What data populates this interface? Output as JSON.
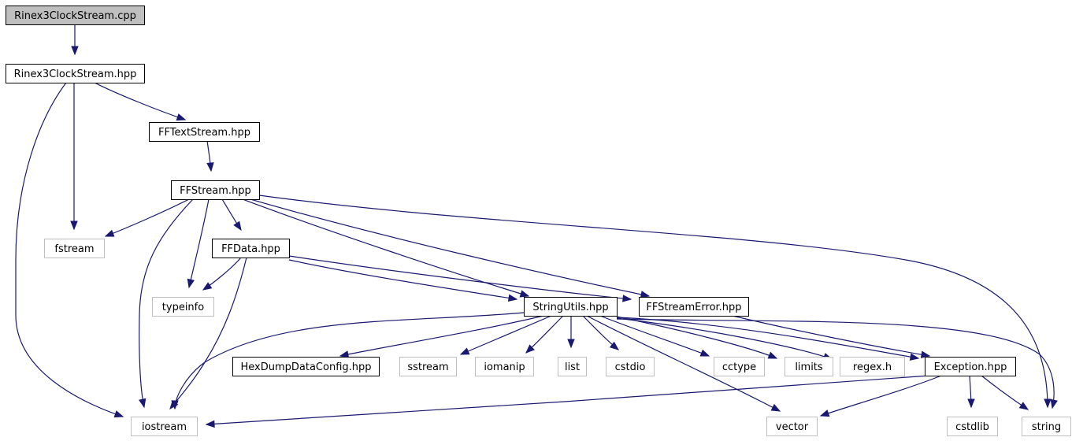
{
  "colors": {
    "edge": "#191970",
    "root_fill": "#bfbfbf",
    "root_border": "#000000",
    "documented_border": "#000000",
    "external_border": "#bfbfbf",
    "external_text": "#3c3c3c"
  },
  "nodes": [
    {
      "id": "rinex3clockstream_cpp",
      "label": "Rinex3ClockStream.cpp",
      "kind": "root"
    },
    {
      "id": "rinex3clockstream_hpp",
      "label": "Rinex3ClockStream.hpp",
      "kind": "documented"
    },
    {
      "id": "fftextstream_hpp",
      "label": "FFTextStream.hpp",
      "kind": "documented"
    },
    {
      "id": "ffstream_hpp",
      "label": "FFStream.hpp",
      "kind": "documented"
    },
    {
      "id": "fstream",
      "label": "fstream",
      "kind": "external"
    },
    {
      "id": "ffdata_hpp",
      "label": "FFData.hpp",
      "kind": "documented"
    },
    {
      "id": "typeinfo",
      "label": "typeinfo",
      "kind": "external"
    },
    {
      "id": "stringutils_hpp",
      "label": "StringUtils.hpp",
      "kind": "documented"
    },
    {
      "id": "ffstreamerror_hpp",
      "label": "FFStreamError.hpp",
      "kind": "documented"
    },
    {
      "id": "hexdumpdataconfig_hpp",
      "label": "HexDumpDataConfig.hpp",
      "kind": "documented"
    },
    {
      "id": "sstream",
      "label": "sstream",
      "kind": "external"
    },
    {
      "id": "iomanip",
      "label": "iomanip",
      "kind": "external"
    },
    {
      "id": "list",
      "label": "list",
      "kind": "external"
    },
    {
      "id": "cstdio",
      "label": "cstdio",
      "kind": "external"
    },
    {
      "id": "cctype",
      "label": "cctype",
      "kind": "external"
    },
    {
      "id": "limits",
      "label": "limits",
      "kind": "external"
    },
    {
      "id": "regex_h",
      "label": "regex.h",
      "kind": "external"
    },
    {
      "id": "exception_hpp",
      "label": "Exception.hpp",
      "kind": "documented"
    },
    {
      "id": "iostream",
      "label": "iostream",
      "kind": "external"
    },
    {
      "id": "vector",
      "label": "vector",
      "kind": "external"
    },
    {
      "id": "cstdlib",
      "label": "cstdlib",
      "kind": "external"
    },
    {
      "id": "string",
      "label": "string",
      "kind": "external"
    }
  ],
  "edges": [
    {
      "from": "rinex3clockstream_cpp",
      "to": "rinex3clockstream_hpp"
    },
    {
      "from": "rinex3clockstream_hpp",
      "to": "iostream"
    },
    {
      "from": "rinex3clockstream_hpp",
      "to": "fstream"
    },
    {
      "from": "rinex3clockstream_hpp",
      "to": "fftextstream_hpp"
    },
    {
      "from": "fftextstream_hpp",
      "to": "ffstream_hpp"
    },
    {
      "from": "ffstream_hpp",
      "to": "fstream"
    },
    {
      "from": "ffstream_hpp",
      "to": "iostream"
    },
    {
      "from": "ffstream_hpp",
      "to": "typeinfo"
    },
    {
      "from": "ffstream_hpp",
      "to": "ffdata_hpp"
    },
    {
      "from": "ffstream_hpp",
      "to": "stringutils_hpp"
    },
    {
      "from": "ffstream_hpp",
      "to": "ffstreamerror_hpp"
    },
    {
      "from": "ffstream_hpp",
      "to": "string"
    },
    {
      "from": "ffdata_hpp",
      "to": "typeinfo"
    },
    {
      "from": "ffdata_hpp",
      "to": "iostream"
    },
    {
      "from": "ffdata_hpp",
      "to": "stringutils_hpp"
    },
    {
      "from": "ffdata_hpp",
      "to": "ffstreamerror_hpp"
    },
    {
      "from": "stringutils_hpp",
      "to": "iostream"
    },
    {
      "from": "stringutils_hpp",
      "to": "hexdumpdataconfig_hpp"
    },
    {
      "from": "stringutils_hpp",
      "to": "sstream"
    },
    {
      "from": "stringutils_hpp",
      "to": "iomanip"
    },
    {
      "from": "stringutils_hpp",
      "to": "list"
    },
    {
      "from": "stringutils_hpp",
      "to": "cstdio"
    },
    {
      "from": "stringutils_hpp",
      "to": "vector"
    },
    {
      "from": "stringutils_hpp",
      "to": "cctype"
    },
    {
      "from": "stringutils_hpp",
      "to": "limits"
    },
    {
      "from": "stringutils_hpp",
      "to": "regex_h"
    },
    {
      "from": "stringutils_hpp",
      "to": "exception_hpp"
    },
    {
      "from": "stringutils_hpp",
      "to": "string"
    },
    {
      "from": "ffstreamerror_hpp",
      "to": "exception_hpp"
    },
    {
      "from": "exception_hpp",
      "to": "iostream"
    },
    {
      "from": "exception_hpp",
      "to": "vector"
    },
    {
      "from": "exception_hpp",
      "to": "cstdlib"
    },
    {
      "from": "exception_hpp",
      "to": "string"
    }
  ]
}
